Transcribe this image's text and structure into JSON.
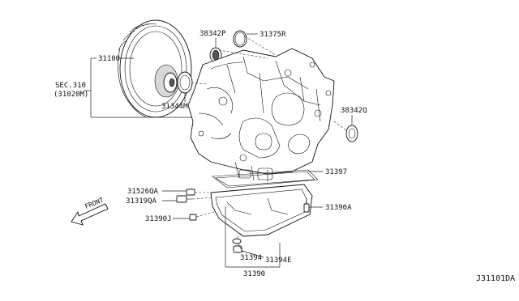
{
  "labels": {
    "p31100": "31100",
    "p38342p": "38342P",
    "p31375r": "31375R",
    "sec": "SEC.310",
    "sec_sub": "(31020M)",
    "p31344m": "31344M",
    "p38342q": "38342Q",
    "p31397": "31397",
    "p31526qa": "31526QA",
    "p31319qa": "31319QA",
    "p31390j": "31390J",
    "p31390a": "31390A",
    "p31394": "31394",
    "p31394e": "31394E",
    "p31390": "31390",
    "front": "FRONT",
    "diagram_id": "J31101DA"
  }
}
